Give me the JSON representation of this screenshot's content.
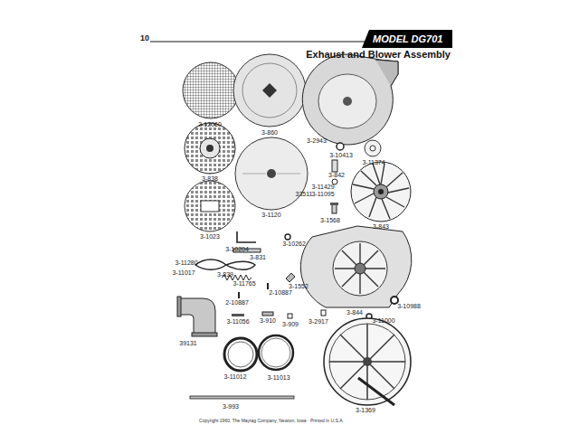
{
  "diagram": {
    "title": "Exhaust and Blower Assembly",
    "nodes": [
      {
        "text": [
          "MODEL DG701"
        ]
      }
    ],
    "labels": [
      "10",
      "3-12060",
      "3-860",
      "3-2943",
      "3-10413",
      "3-11374",
      "3-838",
      "3-842",
      "3-11429",
      "3-11095",
      "3-1120",
      "33511",
      "3-1568",
      "3-843",
      "3-1023",
      "3-10204",
      "3-10262",
      "3-11280",
      "3-831",
      "3-839",
      "3-11765",
      "3-11017",
      "3-1552",
      "2-10887",
      "2-10887",
      "3-844",
      "3-10988",
      "39131",
      "3-11056",
      "3-910",
      "3-909",
      "3-2917",
      "3-11000",
      "3-11012",
      "3-11013",
      "3-993",
      "3-1369",
      "Copyright 1960, The Maytag Company, Newton, Iowa · Printed in U.S.A."
    ]
  }
}
